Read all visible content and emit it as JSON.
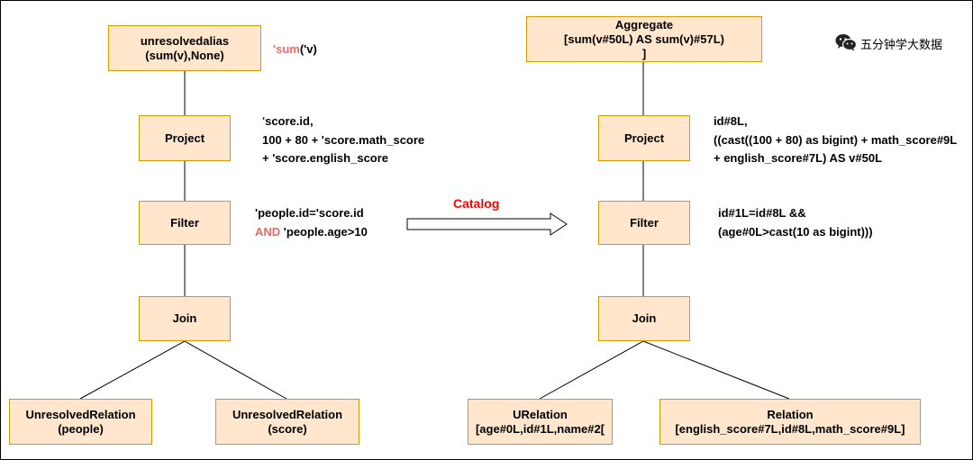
{
  "left_tree": {
    "alias_node": {
      "line1": "unresolvedalias",
      "line2": "(sum(v),None)"
    },
    "alias_note": {
      "kw": "'sum",
      "rest": "('v)"
    },
    "project_node": "Project",
    "project_note": {
      "line1_quote": "'",
      "line1_rest": "score.id,",
      "line2": "100 + 80 + 'score.math_score",
      "line3": "+ 'score.english_score"
    },
    "filter_node": "Filter",
    "filter_note": {
      "line1": "'people.id='score.id",
      "line2_kw": "AND",
      "line2_rest": " 'people.age>10"
    },
    "join_node": "Join",
    "relation_people": {
      "line1": "UnresolvedRelation",
      "line2": "(people)"
    },
    "relation_score": {
      "line1": "UnresolvedRelation",
      "line2": "(score)"
    }
  },
  "transition": {
    "label": "Catalog"
  },
  "right_tree": {
    "aggregate_node": {
      "line1": "Aggregate",
      "line2": "[sum(v#50L) AS sum(v)#57L)",
      "line3": "]"
    },
    "project_node": "Project",
    "project_note": {
      "line1": "id#8L,",
      "line2": "((cast((100 + 80) as bigint) + math_score#9L",
      "line3": "+ english_score#7L) AS v#50L"
    },
    "filter_node": "Filter",
    "filter_note": {
      "line1": "id#1L=id#8L &&",
      "line2": "(age#0L>cast(10 as bigint)))"
    },
    "join_node": "Join",
    "urelation": {
      "line1": "URelation",
      "line2": "[age#0L,id#1L,name#2["
    },
    "relation": {
      "line1": "Relation",
      "line2": "[english_score#7L,id#8L,math_score#9L]"
    }
  },
  "watermark": {
    "text": "五分钟学大数据",
    "icon": "wechat-icon"
  },
  "colors": {
    "node_fill": "#ffe6cc",
    "node_border": "#d79b00",
    "keyword": "#ea6b66",
    "catalog": "#ff0000",
    "edge": "#000000"
  }
}
